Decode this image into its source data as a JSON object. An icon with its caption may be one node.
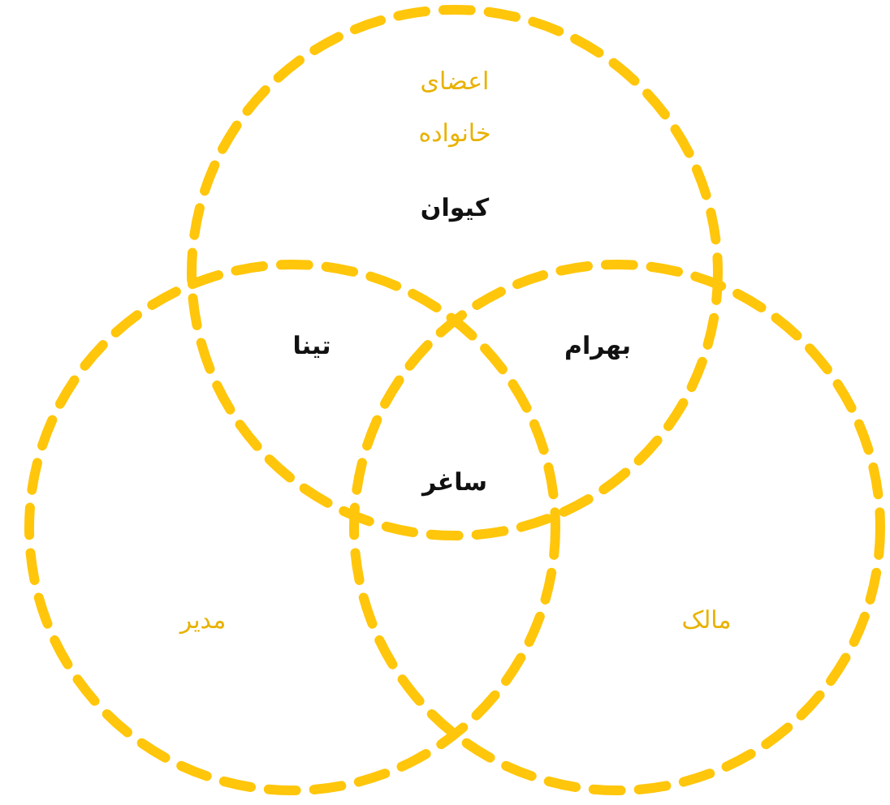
{
  "diagram": {
    "nodes": [
      {
        "text": [
          "اعضای خانواده"
        ]
      },
      {
        "text": [
          "مدیر"
        ]
      },
      {
        "text": [
          "مالک"
        ]
      }
    ],
    "labels": [
      "کیوان",
      "تینا",
      "بهرام",
      "ساغر"
    ]
  }
}
